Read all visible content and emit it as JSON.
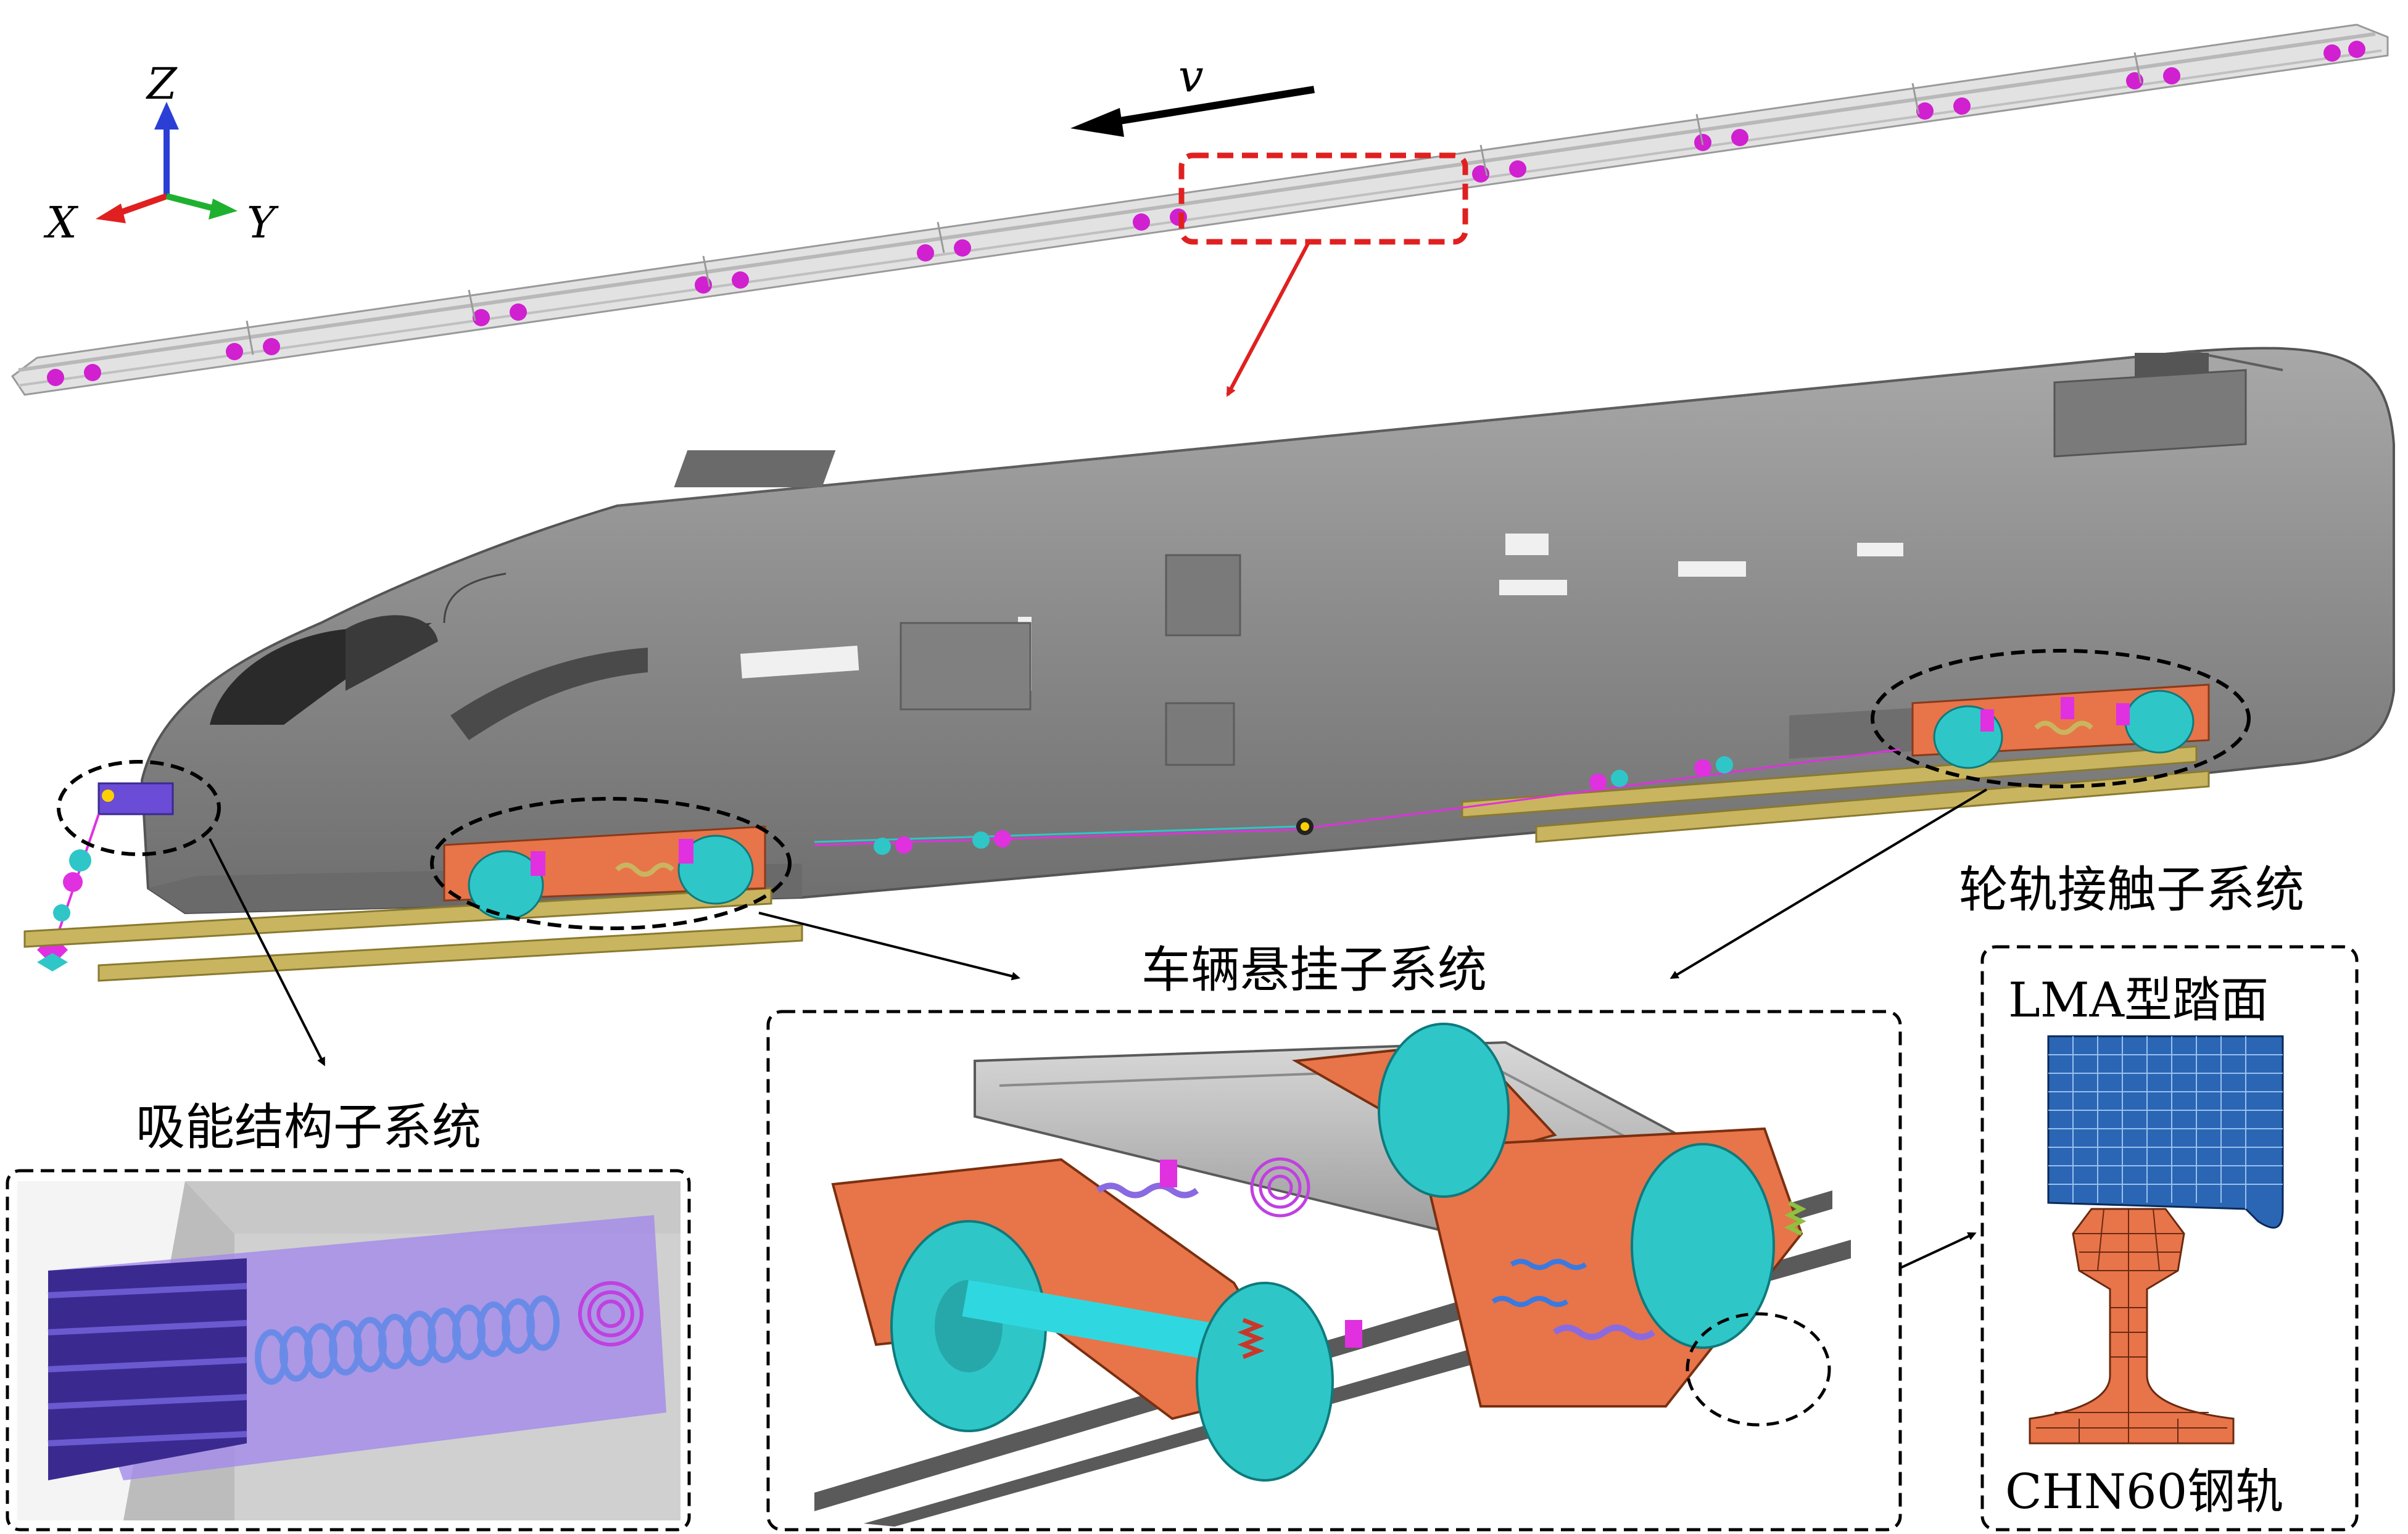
{
  "axes": {
    "z": "Z",
    "x": "X",
    "y": "Y"
  },
  "velocity": "v",
  "labels": {
    "wheel_rail": "轮轨接触子系统",
    "suspension": "车辆悬挂子系统",
    "energy_absorb": "吸能结构子系统",
    "wheel_profile": "LMA型踏面",
    "rail_profile": "CHN60钢轨"
  },
  "colors": {
    "body": "#8a8a8a",
    "bogie": "#e8744a",
    "wheel": "#2fc6c8",
    "spring": "#8a6ae0",
    "rail": "#c9b55f",
    "highlight": "#e02020",
    "axis_z": "#2b3fd6",
    "axis_x": "#e02020",
    "axis_y": "#20b030"
  }
}
